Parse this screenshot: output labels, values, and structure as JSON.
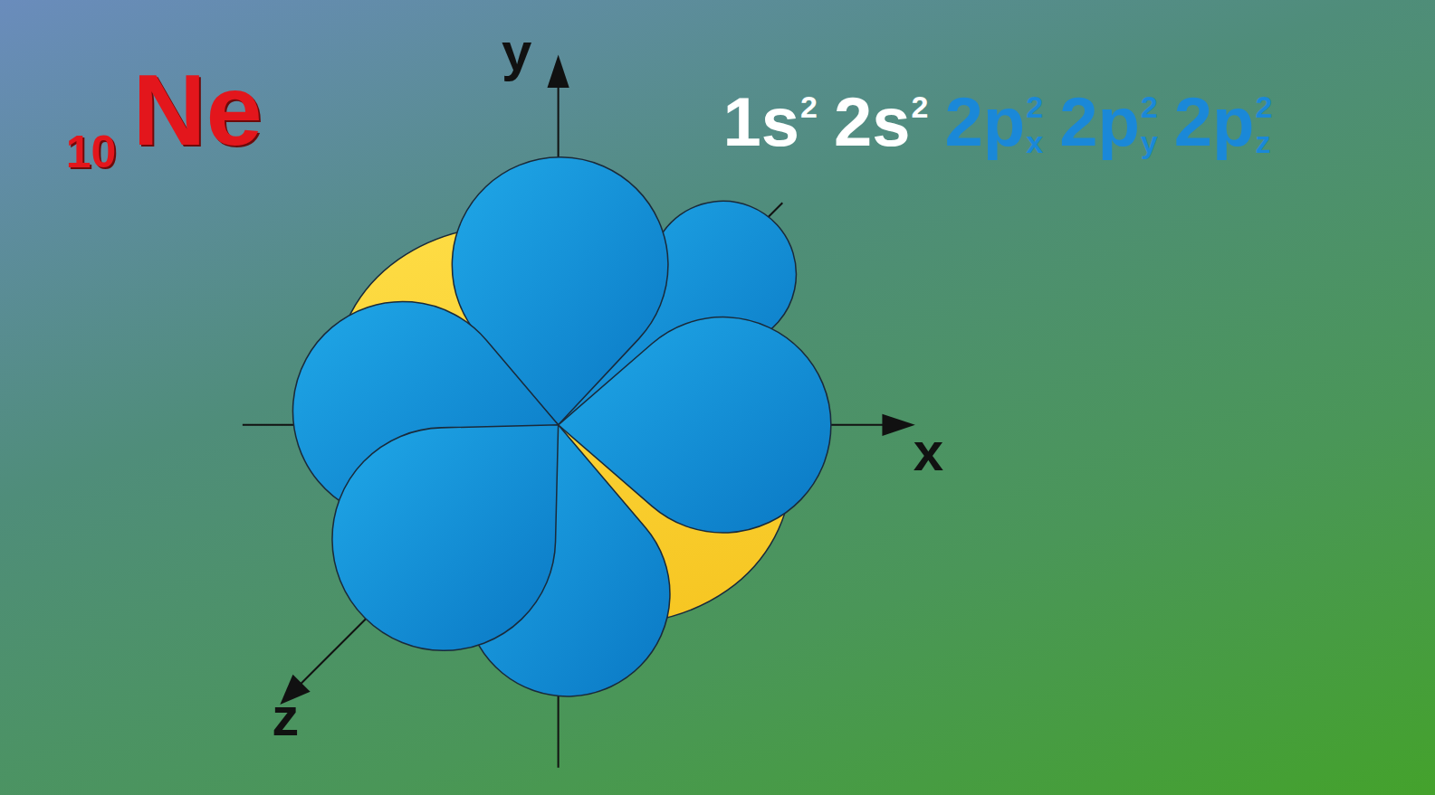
{
  "diagram": {
    "labels": [
      "10",
      "Ne",
      "y",
      "x",
      "z",
      "1s",
      "2",
      "2s",
      "2",
      "2p",
      "x",
      "2",
      "2p",
      "y",
      "2",
      "2p",
      "z",
      "2"
    ]
  }
}
